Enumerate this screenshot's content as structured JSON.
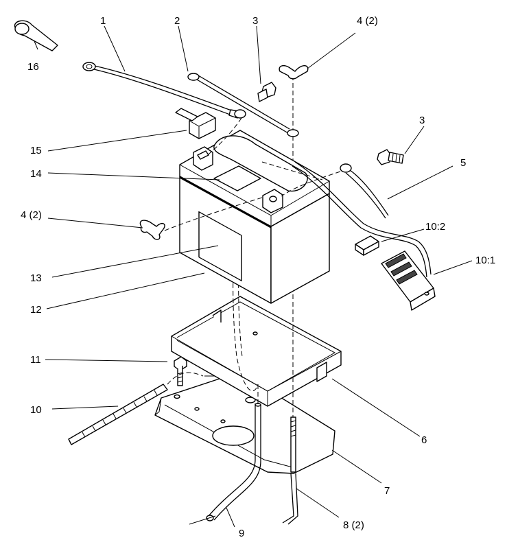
{
  "callouts": [
    {
      "id": "c16",
      "text": "16"
    },
    {
      "id": "c1",
      "text": "1"
    },
    {
      "id": "c2",
      "text": "2"
    },
    {
      "id": "c3a",
      "text": "3"
    },
    {
      "id": "c4a",
      "text": "4 (2)"
    },
    {
      "id": "c3b",
      "text": "3"
    },
    {
      "id": "c5",
      "text": "5"
    },
    {
      "id": "c15",
      "text": "15"
    },
    {
      "id": "c14",
      "text": "14"
    },
    {
      "id": "c4b",
      "text": "4 (2)"
    },
    {
      "id": "c102",
      "text": "10:2"
    },
    {
      "id": "c101",
      "text": "10:1"
    },
    {
      "id": "c13",
      "text": "13"
    },
    {
      "id": "c12",
      "text": "12"
    },
    {
      "id": "c11",
      "text": "11"
    },
    {
      "id": "c10",
      "text": "10"
    },
    {
      "id": "c6",
      "text": "6"
    },
    {
      "id": "c7",
      "text": "7"
    },
    {
      "id": "c9",
      "text": "9"
    },
    {
      "id": "c8",
      "text": "8 (2)"
    }
  ]
}
